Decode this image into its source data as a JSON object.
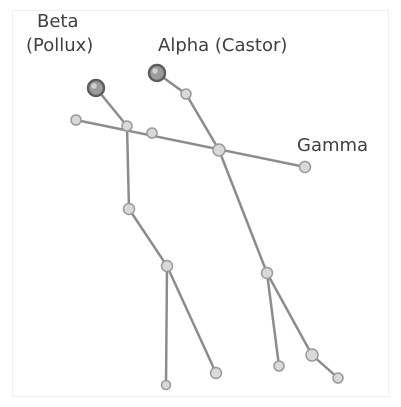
{
  "labels": {
    "beta_line1": "Beta",
    "beta_line2": "(Pollux)",
    "alpha": "Alpha (Castor)",
    "gamma": "Gamma"
  },
  "colors": {
    "line": "#8c8c8c",
    "star_fill": "#d9d9d9",
    "star_stroke": "#9a9a9a",
    "bright_star_fill": "#9b9b9b",
    "bright_star_stroke": "#5e5e5e",
    "label": "#3f3f3f"
  }
}
